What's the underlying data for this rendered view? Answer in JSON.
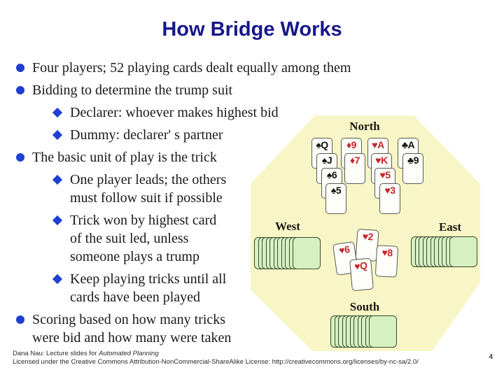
{
  "slide": {
    "title": "How Bridge Works",
    "bullet_styles": {
      "level1": "blue-filled-circle",
      "level2": "blue-filled-diamond"
    },
    "bullets": [
      {
        "level": 1,
        "lines": [
          "Four players; 52 playing cards dealt equally among them"
        ]
      },
      {
        "level": 1,
        "lines": [
          "Bidding to determine the trump suit"
        ]
      },
      {
        "level": 2,
        "lines": [
          "Declarer: whoever makes highest bid"
        ]
      },
      {
        "level": 2,
        "lines": [
          "Dummy: declarer' s partner"
        ]
      },
      {
        "level": 1,
        "lines": [
          "The basic unit of play is the trick"
        ]
      },
      {
        "level": 2,
        "lines": [
          "One player leads; the others",
          "must follow suit if possible"
        ]
      },
      {
        "level": 2,
        "lines": [
          "Trick won by highest card",
          "of the suit led, unless",
          "someone plays a trump"
        ]
      },
      {
        "level": 2,
        "lines": [
          "Keep playing tricks until all",
          "cards have been played"
        ]
      },
      {
        "level": 1,
        "lines": [
          "Scoring based on how many tricks",
          "were bid and how many were taken"
        ]
      }
    ]
  },
  "diagram": {
    "labels": {
      "north": "North",
      "south": "South",
      "east": "East",
      "west": "West"
    },
    "north_hand": [
      {
        "label": "♠Q",
        "color": "black"
      },
      {
        "label": "♠J",
        "color": "black"
      },
      {
        "label": "♠6",
        "color": "black"
      },
      {
        "label": "♠5",
        "color": "black"
      },
      {
        "label": "♦9",
        "color": "red"
      },
      {
        "label": "♦7",
        "color": "red"
      },
      {
        "label": "♥A",
        "color": "red"
      },
      {
        "label": "♥K",
        "color": "red"
      },
      {
        "label": "♥5",
        "color": "red"
      },
      {
        "label": "♥3",
        "color": "red"
      },
      {
        "label": "♣A",
        "color": "black"
      },
      {
        "label": "♣9",
        "color": "black"
      }
    ],
    "trick": [
      {
        "label": "♥6",
        "color": "red"
      },
      {
        "label": "♥2",
        "color": "red"
      },
      {
        "label": "♥8",
        "color": "red"
      },
      {
        "label": "♥Q",
        "color": "red"
      }
    ]
  },
  "footer": {
    "line1_prefix": "Dana Nau: Lecture slides for ",
    "line1_italic": "Automated Planning",
    "line2": "Licensed under the Creative Commons Attribution-NonCommercial-ShareAlike License: http://creativecommons.org/licenses/by-nc-sa/2.0/",
    "page_number": "4"
  },
  "colors": {
    "title": "#17178c",
    "bullet": "#1f3fd1",
    "table_fill": "#f8f6c6",
    "card_back": "#d6f0c2",
    "suit_red": "#c4262a",
    "suit_black": "#111111"
  }
}
